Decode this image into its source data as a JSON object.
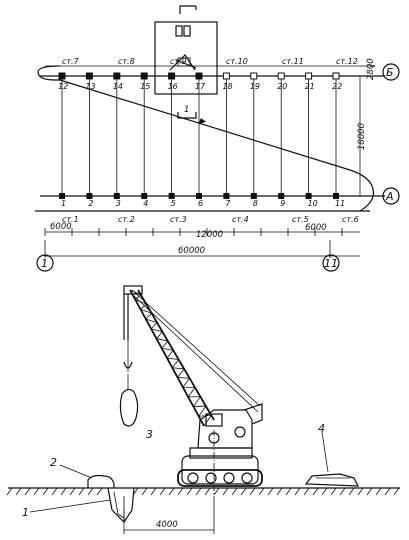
{
  "plan": {
    "top_col_numbers": [
      "12",
      "13",
      "14",
      "15",
      "16",
      "17",
      "18",
      "19",
      "20",
      "21",
      "22"
    ],
    "bottom_col_numbers": [
      "1",
      "2",
      "3",
      "4",
      "5",
      "6",
      "7",
      "8",
      "9",
      "10",
      "11"
    ],
    "top_stations": [
      "ст.7",
      "ст.8",
      "ст.9",
      "ст.10",
      "ст.11",
      "ст.12"
    ],
    "bottom_stations": [
      "ст.1",
      "ст.2",
      "ст.3",
      "ст.4",
      "ст.5",
      "ст.6"
    ],
    "axis_top": "Б",
    "axis_bottom": "А",
    "axis_left": "1",
    "axis_right": "11",
    "dim_6000_left": "6000",
    "dim_12000": "12000",
    "dim_6000_right": "6000",
    "dim_60000": "60000",
    "dim_18000": "18000",
    "dim_2800": "2800",
    "section_mark": "1"
  },
  "section": {
    "label_1": "1",
    "label_2": "2",
    "label_3": "3",
    "label_4": "4",
    "dim_4000": "4000"
  }
}
